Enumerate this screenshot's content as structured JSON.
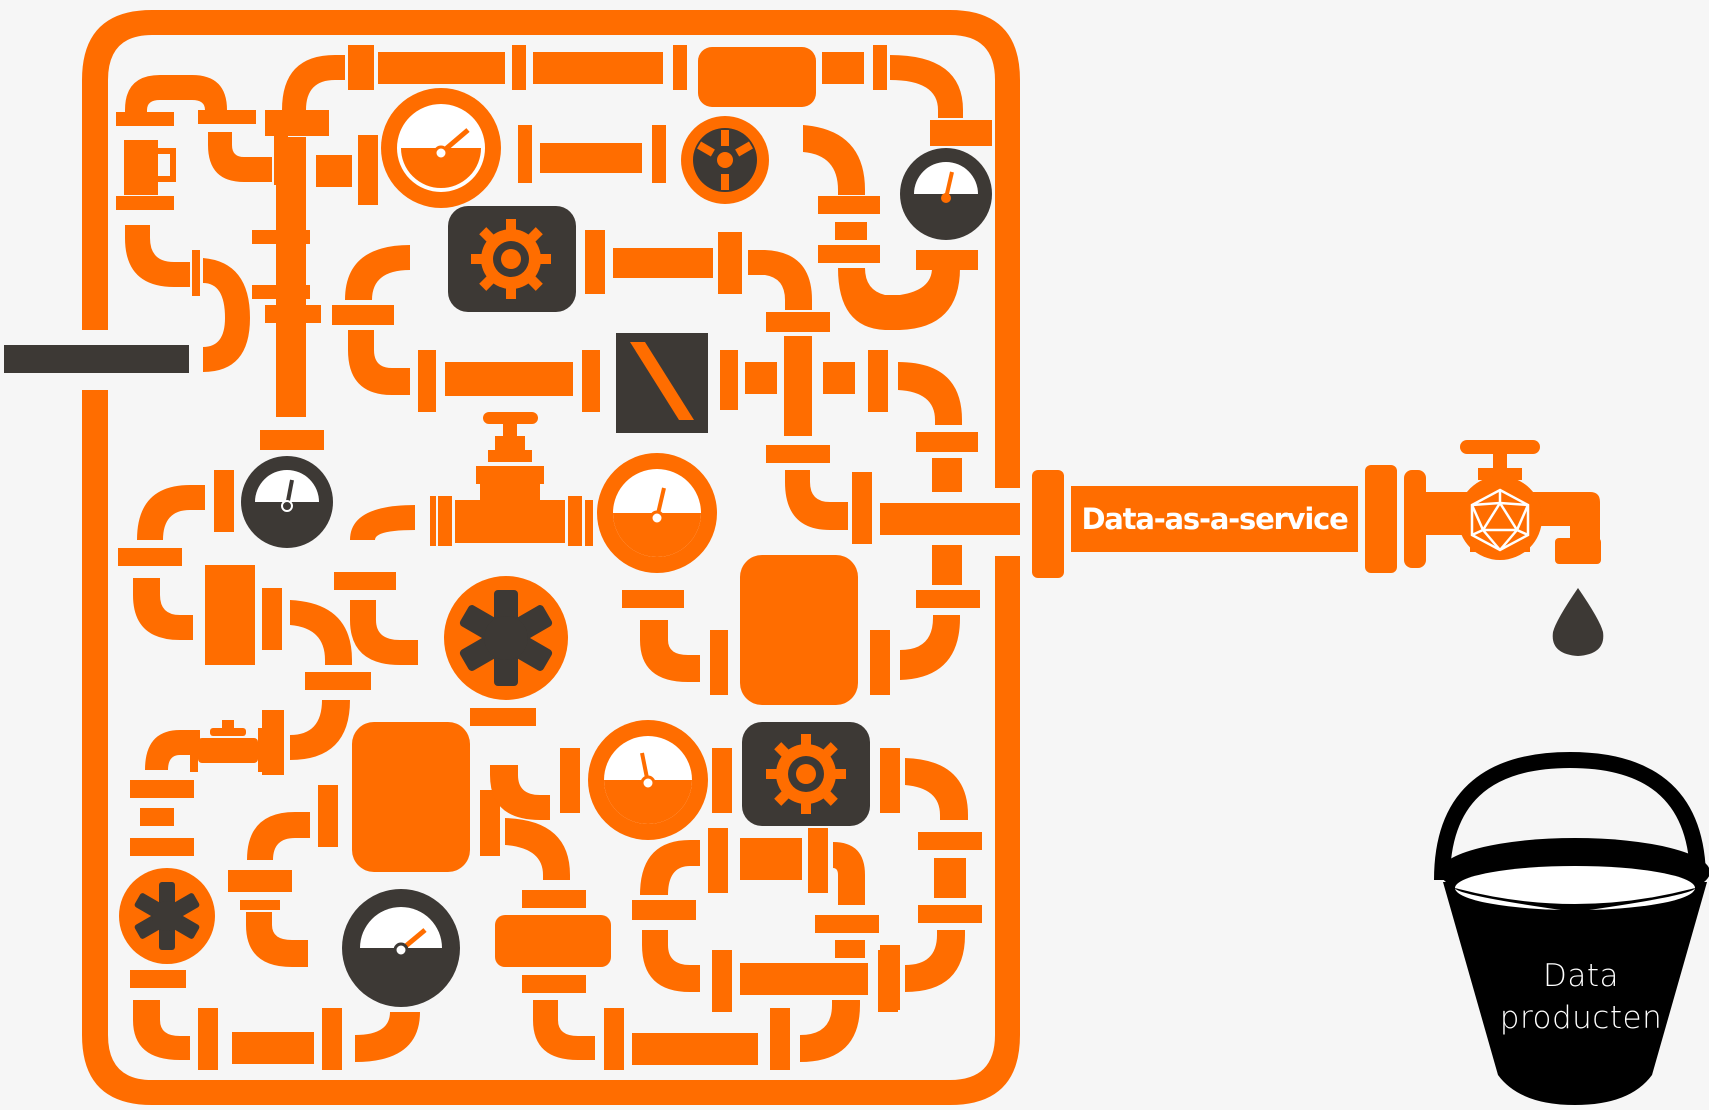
{
  "diagram": {
    "service_label": "Data-as-a-service",
    "bucket_label": [
      "Data",
      "producten"
    ],
    "colors": {
      "pipe": "#ff6d00",
      "dark": "#3d3935",
      "background": "#f6f6f6",
      "bucket": "#000000",
      "text_light": "#ffffff"
    },
    "icons": {
      "pipe_system": "pipe-maze-icon",
      "gauge": "pressure-gauge-icon",
      "gear": "gear-icon",
      "valve": "valve-wheel-icon",
      "faucet": "faucet-icon",
      "drop": "water-drop-icon",
      "bucket": "bucket-icon"
    }
  }
}
